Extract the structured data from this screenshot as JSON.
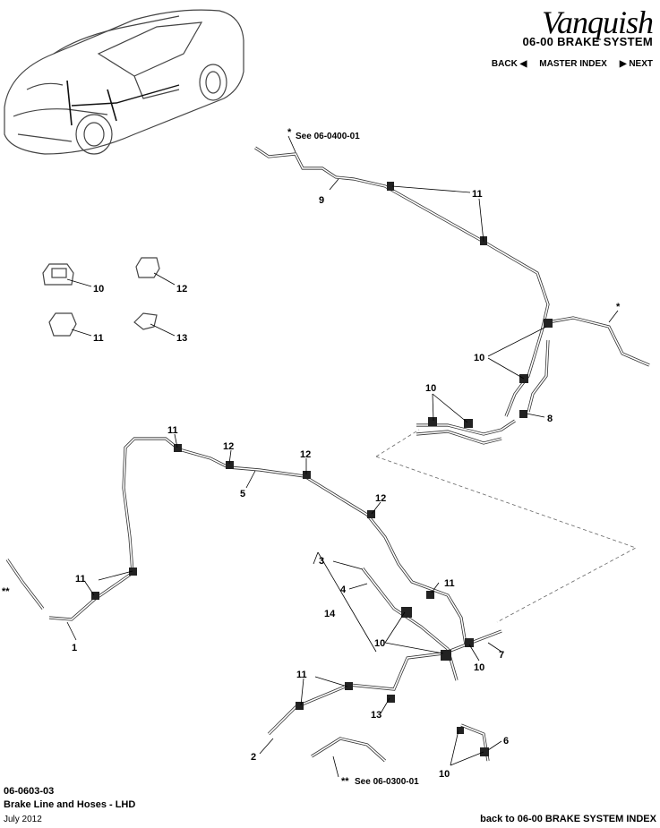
{
  "header": {
    "logo": "Vanquish",
    "section_title": "06-00 BRAKE SYSTEM",
    "nav": {
      "back": "BACK",
      "master_index": "MASTER INDEX",
      "next": "NEXT"
    }
  },
  "callouts": {
    "c1": "1",
    "c2": "2",
    "c3": "3",
    "c4": "4",
    "c5": "5",
    "c6": "6",
    "c7": "7",
    "c8": "8",
    "c9": "9",
    "c10": "10",
    "c11": "11",
    "c12": "12",
    "c13": "13",
    "c14": "14"
  },
  "references": {
    "see_top": "See 06-0400-01",
    "see_bottom": "See 06-0300-01",
    "single_star": "*",
    "double_star": "**"
  },
  "footer": {
    "code": "06-0603-03",
    "title": "Brake Line and Hoses - LHD",
    "date": "July 2012",
    "back_link": "back to 06-00 BRAKE SYSTEM INDEX"
  }
}
